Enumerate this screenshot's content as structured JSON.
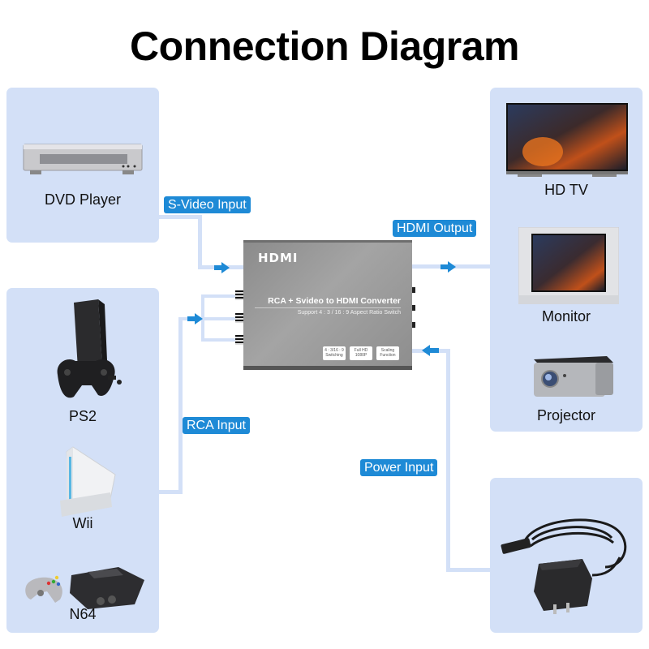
{
  "title": "Connection Diagram",
  "colors": {
    "panel": "#d3e0f7",
    "tag": "#1e8ad6",
    "arrow": "#1e8ad6",
    "converter": "#9a9a9a"
  },
  "converter": {
    "logo": "HDMI",
    "name": "RCA + Svideo to HDMI Converter",
    "subtitle": "Support 4 : 3 / 16 : 9 Aspect Ratio Switch",
    "features": [
      {
        "line1": "4 : 3/16 : 9",
        "line2": "Switching"
      },
      {
        "line1": "Full HD",
        "line2": "1080P"
      },
      {
        "line1": "Scaling",
        "line2": "Function"
      }
    ]
  },
  "connections": {
    "svideo": "S-Video Input",
    "rca": "RCA Input",
    "hdmi": "HDMI Output",
    "power": "Power Input"
  },
  "sources": {
    "svideo_devices": [
      {
        "label": "DVD Player",
        "icon": "dvd-player-icon"
      }
    ],
    "rca_devices": [
      {
        "label": "PS2",
        "icon": "ps2-console-icon"
      },
      {
        "label": "Wii",
        "icon": "wii-console-icon"
      },
      {
        "label": "N64",
        "icon": "n64-console-icon"
      }
    ]
  },
  "outputs": [
    {
      "label": "HD TV",
      "icon": "hdtv-icon"
    },
    {
      "label": "Monitor",
      "icon": "monitor-icon"
    },
    {
      "label": "Projector",
      "icon": "projector-icon"
    }
  ],
  "power": {
    "icon": "power-adapter-icon"
  }
}
